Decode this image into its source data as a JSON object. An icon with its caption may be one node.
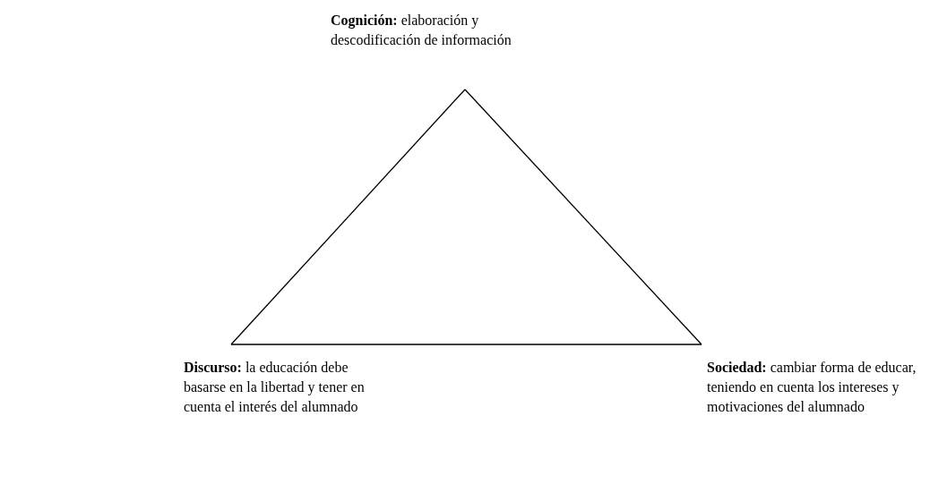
{
  "diagram": {
    "nodes": [
      {
        "text": [
          "**Cognición:** elaboración y descodificación de información"
        ]
      },
      {
        "text": [
          "**Discurso:** la educación debe basarse en la libertad y tener en cuenta el interés del alumnado"
        ]
      },
      {
        "text": [
          "**Sociedad:** cambiar forma de educar, teniendo en cuenta los intereses y motivaciones del alumnado"
        ]
      }
    ],
    "edges": [
      {
        "from": 0,
        "to": 1,
        "arrow": "none"
      },
      {
        "from": 1,
        "to": 2,
        "arrow": "none"
      },
      {
        "from": 2,
        "to": 0,
        "arrow": "none"
      }
    ]
  }
}
